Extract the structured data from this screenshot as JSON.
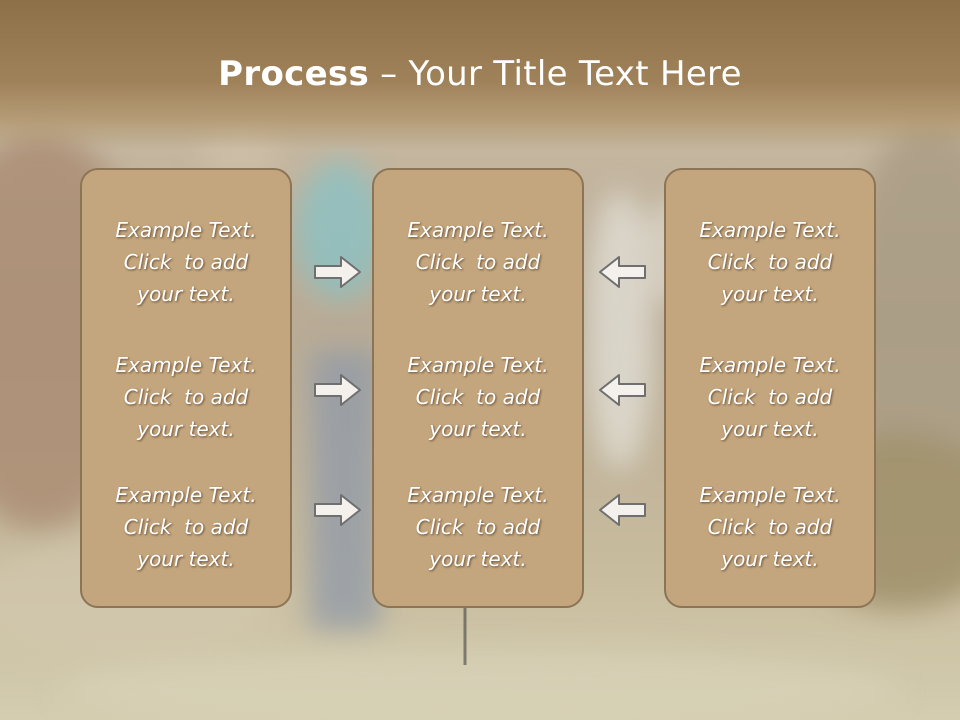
{
  "slide": {
    "title_bold": "Process",
    "title_rest": " – Your Title Text Here"
  },
  "columns": [
    {
      "items": [
        {
          "line1": "Example Text.",
          "line2": "Click  to add",
          "line3": "your text."
        },
        {
          "line1": "Example Text.",
          "line2": "Click  to add",
          "line3": "your text."
        },
        {
          "line1": "Example Text.",
          "line2": "Click  to add",
          "line3": "your text."
        }
      ]
    },
    {
      "items": [
        {
          "line1": "Example Text.",
          "line2": "Click  to add",
          "line3": "your text."
        },
        {
          "line1": "Example Text.",
          "line2": "Click  to add",
          "line3": "your text."
        },
        {
          "line1": "Example Text.",
          "line2": "Click  to add",
          "line3": "your text."
        }
      ]
    },
    {
      "items": [
        {
          "line1": "Example Text.",
          "line2": "Click  to add",
          "line3": "your text."
        },
        {
          "line1": "Example Text.",
          "line2": "Click  to add",
          "line3": "your text."
        },
        {
          "line1": "Example Text.",
          "line2": "Click  to add",
          "line3": "your text."
        }
      ]
    }
  ],
  "icons": {
    "left_arrows": "arrow-right-icon",
    "right_arrows": "arrow-left-icon"
  },
  "colors": {
    "box_fill": "#c4a67e",
    "box_border": "#8c7455",
    "title_band": "#9a7c55"
  }
}
